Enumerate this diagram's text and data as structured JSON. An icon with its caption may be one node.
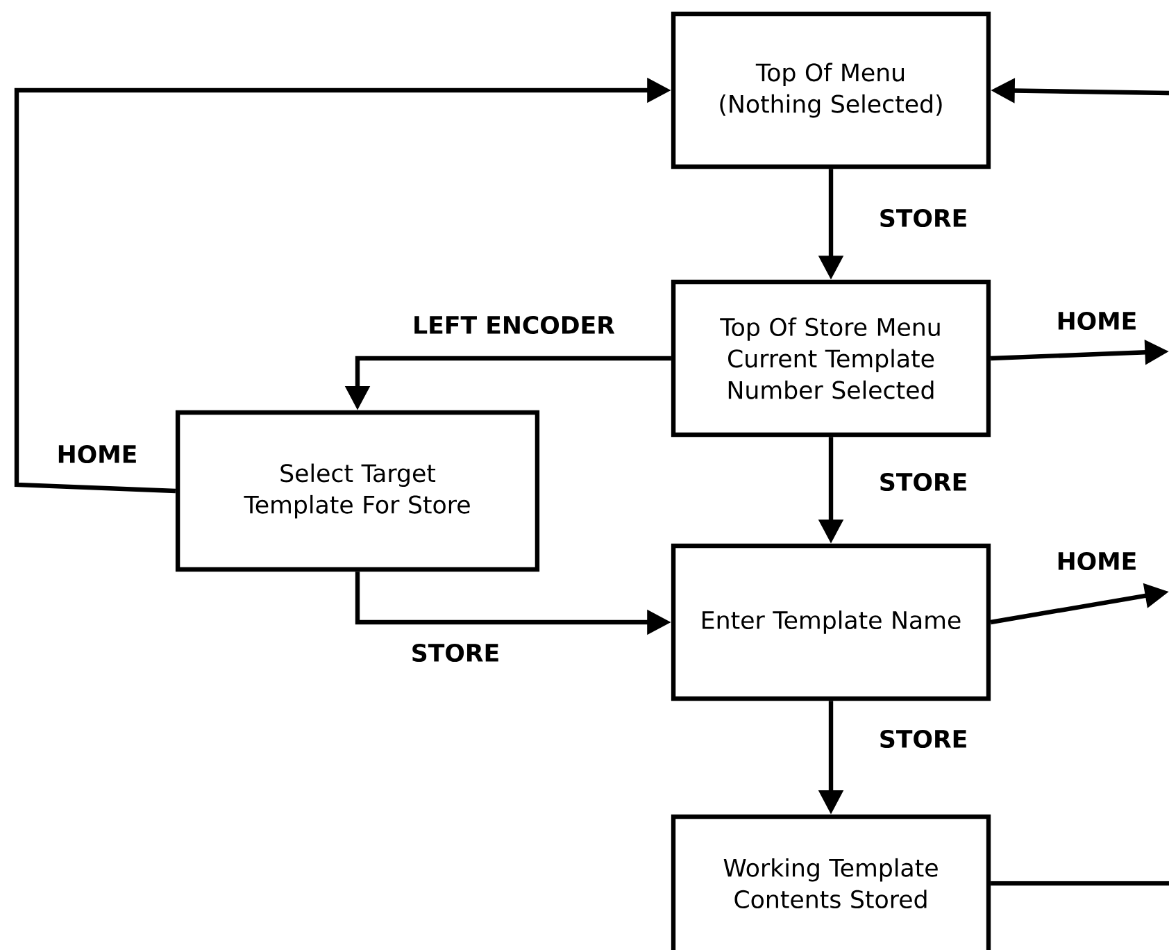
{
  "diagram": {
    "nodes": [
      {
        "text": [
          "Top Of Menu (Nothing Selected)"
        ]
      },
      {
        "text": [
          "Top Of Store Menu Current Template Number Selected"
        ]
      },
      {
        "text": [
          "Select Target Template For Store"
        ]
      },
      {
        "text": [
          "Enter Template Name"
        ]
      },
      {
        "text": [
          "Working Template Contents Stored"
        ]
      }
    ],
    "edges": [
      {
        "from": 0,
        "to": 1,
        "arrow": "to",
        "label": "STORE"
      },
      {
        "from": 1,
        "to": 2,
        "arrow": "to",
        "label": "LEFT ENCODER"
      },
      {
        "from": 2,
        "to": 0,
        "arrow": "to",
        "label": "HOME"
      },
      {
        "from": 1,
        "to": 3,
        "arrow": "to",
        "label": "STORE"
      },
      {
        "from": 2,
        "to": 3,
        "arrow": "to",
        "label": "STORE"
      },
      {
        "from": 3,
        "to": 4,
        "arrow": "to",
        "label": "STORE"
      },
      {
        "from": null,
        "to": 0,
        "arrow": "to"
      },
      {
        "from": 1,
        "to": null,
        "arrow": "to",
        "label": "HOME"
      },
      {
        "from": 3,
        "to": null,
        "arrow": "to",
        "label": "HOME"
      },
      {
        "from": 4,
        "to": null,
        "arrow": "none"
      }
    ]
  }
}
